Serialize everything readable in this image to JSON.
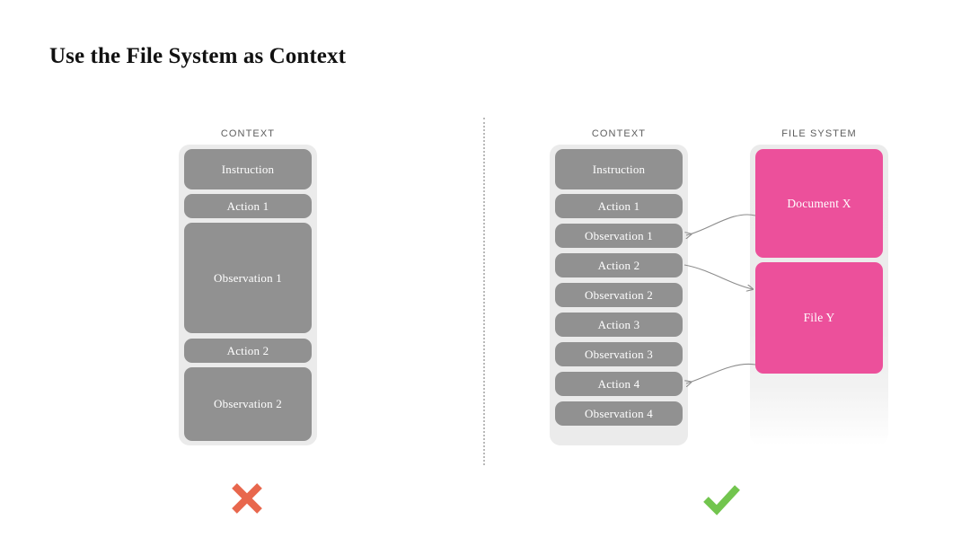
{
  "slide": {
    "title": "Use the File System as Context",
    "background_color": "#ffffff"
  },
  "colors": {
    "block_grey": "#919191",
    "block_pink": "#ec509b",
    "tray_grey": "#ebebeb",
    "header_text": "#5d5d5d",
    "connector": "#8c8c8c",
    "cross_red": "#e8674d",
    "check_green": "#72c54e",
    "divider": "#b9b9b9"
  },
  "left_panel": {
    "header": "CONTEXT",
    "verdict_icon": "cross-icon",
    "blocks": [
      {
        "label": "Instruction",
        "kind": "grey",
        "size": "large"
      },
      {
        "label": "Action 1",
        "kind": "grey",
        "size": "small"
      },
      {
        "label": "Observation 1",
        "kind": "grey",
        "size": "xlarge"
      },
      {
        "label": "Action 2",
        "kind": "grey",
        "size": "small"
      },
      {
        "label": "Observation 2",
        "kind": "grey",
        "size": "large"
      }
    ]
  },
  "right_panel": {
    "context": {
      "header": "CONTEXT",
      "blocks": [
        {
          "label": "Instruction",
          "kind": "grey",
          "size": "large"
        },
        {
          "label": "Action 1",
          "kind": "grey",
          "size": "small"
        },
        {
          "label": "Observation 1",
          "kind": "grey",
          "size": "small"
        },
        {
          "label": "Action 2",
          "kind": "grey",
          "size": "small"
        },
        {
          "label": "Observation 2",
          "kind": "grey",
          "size": "small"
        },
        {
          "label": "Action 3",
          "kind": "grey",
          "size": "small"
        },
        {
          "label": "Observation 3",
          "kind": "grey",
          "size": "small"
        },
        {
          "label": "Action 4",
          "kind": "grey",
          "size": "small"
        },
        {
          "label": "Observation 4",
          "kind": "grey",
          "size": "small"
        }
      ]
    },
    "file_system": {
      "header": "FILE SYSTEM",
      "blocks": [
        {
          "label": "Document X",
          "kind": "pink"
        },
        {
          "label": "File Y",
          "kind": "pink"
        }
      ]
    },
    "verdict_icon": "check-icon",
    "connections": [
      {
        "from": "Document X",
        "to": "Observation 1",
        "direction": "to-context"
      },
      {
        "from": "Action 2",
        "to": "File Y",
        "direction": "to-filesystem"
      },
      {
        "from": "File Y",
        "to": "Action 4",
        "direction": "to-context"
      }
    ]
  }
}
